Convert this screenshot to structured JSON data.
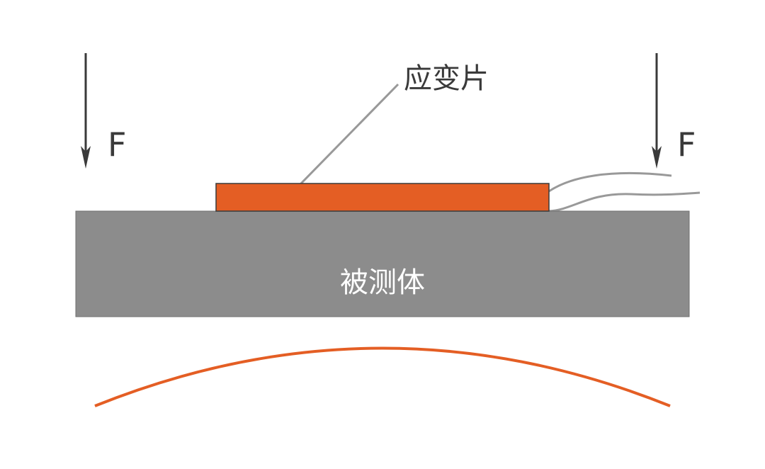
{
  "labels": {
    "strain_gauge": "应变片",
    "test_object": "被测体",
    "force_left": "F",
    "force_right": "F"
  },
  "colors": {
    "gauge": "#e45e24",
    "object": "#8c8c8c",
    "arrow": "#3a3a3a",
    "leader_line": "#999999",
    "curve": "#e45e24",
    "text_dark": "#3a3a3a",
    "text_light": "#ffffff"
  }
}
